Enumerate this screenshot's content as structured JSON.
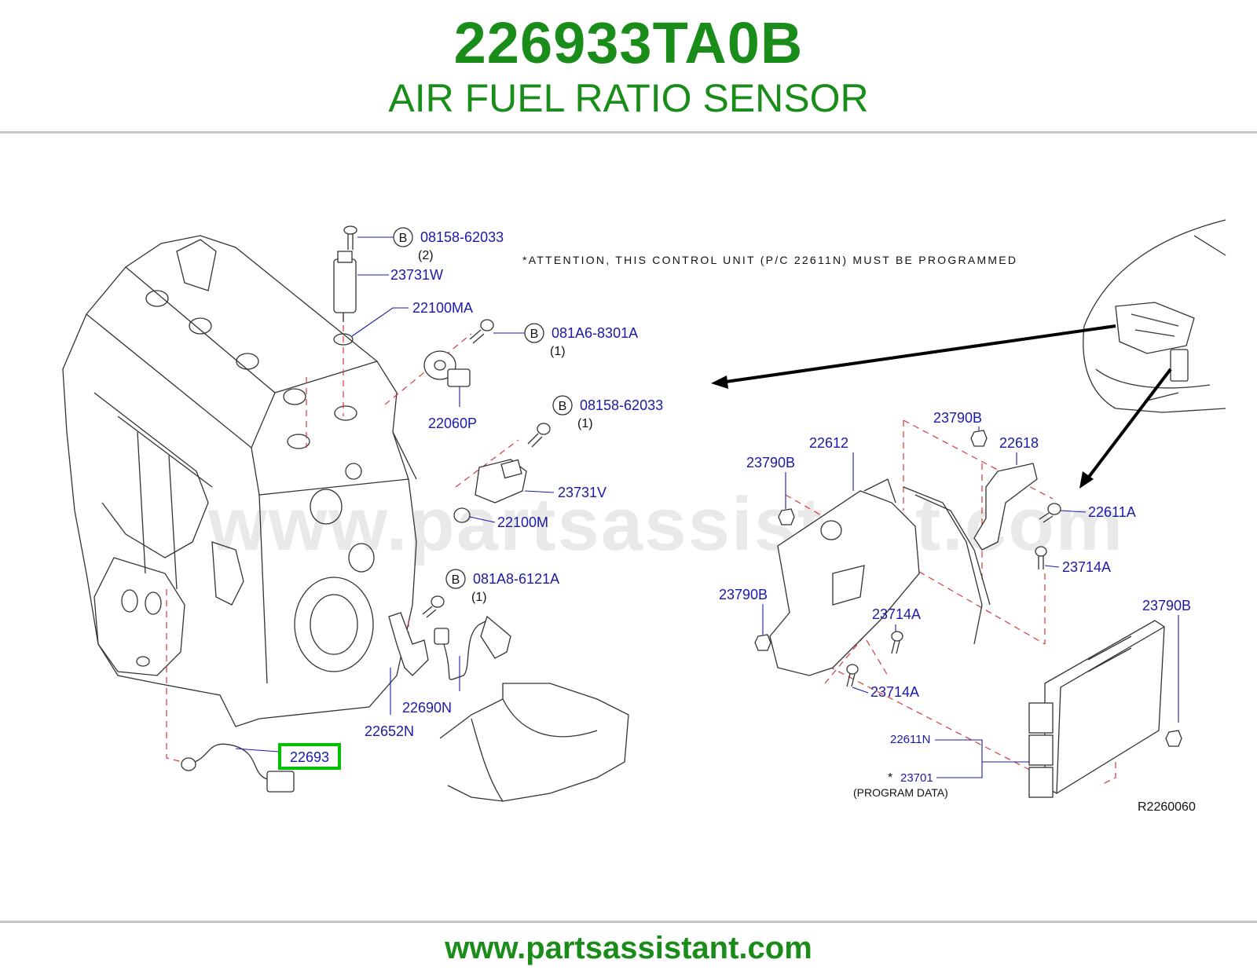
{
  "header": {
    "part_number": "226933TA0B",
    "part_name": "AIR FUEL RATIO SENSOR"
  },
  "footer": {
    "url": "www.partsassistant.com"
  },
  "diagram": {
    "watermark": "www.partsassistant.com",
    "attention": "*ATTENTION, THIS CONTROL UNIT (P/C 22611N) MUST BE PROGRAMMED",
    "reference": "R2260060",
    "bolt_marker": "B",
    "highlighted_part": "22693",
    "colors": {
      "brand_green": "#1a8c1a",
      "label_blue": "#1a1aa8",
      "highlight": "#00c000",
      "dash_red": "#d63a3a"
    },
    "labels": {
      "p08158_62033_top": "08158-62033",
      "qty2": "(2)",
      "p23731W": "23731W",
      "p22100MA": "22100MA",
      "p081A6_8301A": "081A6-8301A",
      "qty1_a": "(1)",
      "p22060P": "22060P",
      "p08158_62033_mid": "08158-62033",
      "qty1_b": "(1)",
      "p23731V": "23731V",
      "p22100M": "22100M",
      "p081A8_6121A": "081A8-6121A",
      "qty1_c": "(1)",
      "p22690N": "22690N",
      "p22652N": "22652N",
      "p23790B_1": "23790B",
      "p22612": "22612",
      "p23790B_2": "23790B",
      "p22618": "22618",
      "p22611A": "22611A",
      "p23714A_1": "23714A",
      "p23790B_3": "23790B",
      "p23714A_2": "23714A",
      "p23790B_4": "23790B",
      "p23714A_3": "23714A",
      "p22611N": "22611N",
      "star": "*",
      "p23701": "23701",
      "program_data": "(PROGRAM  DATA)"
    }
  }
}
